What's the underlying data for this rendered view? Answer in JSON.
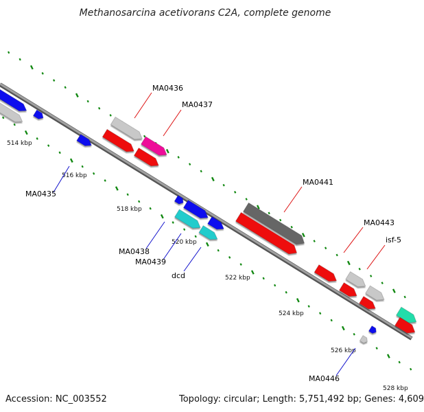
{
  "title": "Methanosarcina acetivorans C2A, complete genome",
  "footer": {
    "accession": "Accession: NC_003552",
    "summary": "Topology: circular; Length: 5,751,492 bp; Genes: 4,609"
  },
  "ticks": [
    {
      "label": "514 kbp"
    },
    {
      "label": "516 kbp"
    },
    {
      "label": "518 kbp"
    },
    {
      "label": "520 kbp"
    },
    {
      "label": "522 kbp"
    },
    {
      "label": "524 kbp"
    },
    {
      "label": "526 kbp"
    },
    {
      "label": "528 kbp"
    }
  ],
  "gene_labels": [
    {
      "text": "MA0436",
      "color": "#dd1111"
    },
    {
      "text": "MA0437",
      "color": "#dd1111"
    },
    {
      "text": "MA0435",
      "color": "#1111cc"
    },
    {
      "text": "MA0441",
      "color": "#dd1111"
    },
    {
      "text": "MA0443",
      "color": "#dd1111"
    },
    {
      "text": "isf-5",
      "color": "#dd1111"
    },
    {
      "text": "MA0438",
      "color": "#1111cc"
    },
    {
      "text": "MA0439",
      "color": "#1111cc"
    },
    {
      "text": "dcd",
      "color": "#1111cc"
    },
    {
      "text": "MA0446",
      "color": "#1111cc"
    }
  ],
  "colors": {
    "backbone": "#8a8a8a",
    "tick_dots": "#118811",
    "red": "#ee1111",
    "blue": "#1111ee",
    "gray": "#c8c8c8",
    "darkgray": "#666666",
    "magenta": "#ee1199",
    "cyan": "#22cccc",
    "green": "#22ddaa"
  }
}
